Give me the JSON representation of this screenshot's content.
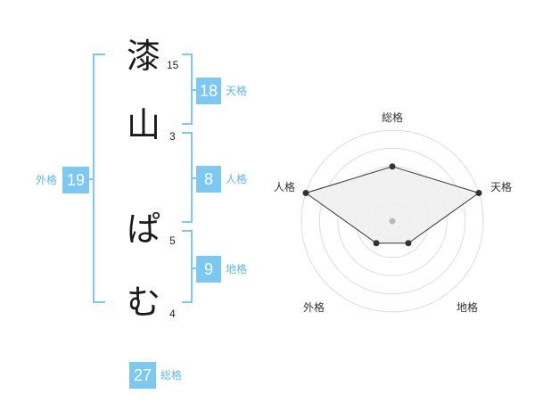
{
  "name": {
    "characters": [
      {
        "char": "漆",
        "strokes": "15"
      },
      {
        "char": "山",
        "strokes": "3"
      },
      {
        "char": "ぱ",
        "strokes": "5"
      },
      {
        "char": "む",
        "strokes": "4"
      }
    ]
  },
  "kaku": {
    "tenkaku": {
      "value": "18",
      "label": "天格"
    },
    "jinkaku": {
      "value": "8",
      "label": "人格"
    },
    "chikaku": {
      "value": "9",
      "label": "地格"
    },
    "gaikaku": {
      "value": "19",
      "label": "外格"
    },
    "soukaku": {
      "value": "27",
      "label": "総格"
    }
  },
  "radar": {
    "axes": [
      "総格",
      "天格",
      "地格",
      "外格",
      "人格"
    ],
    "values": [
      3,
      5,
      1.5,
      1.5,
      5
    ],
    "max": 5,
    "colors": {
      "fill": "#eeeeee",
      "line": "#333333",
      "point": "#333333",
      "grid": "#dddddd",
      "center": "#bbbbbb"
    }
  }
}
